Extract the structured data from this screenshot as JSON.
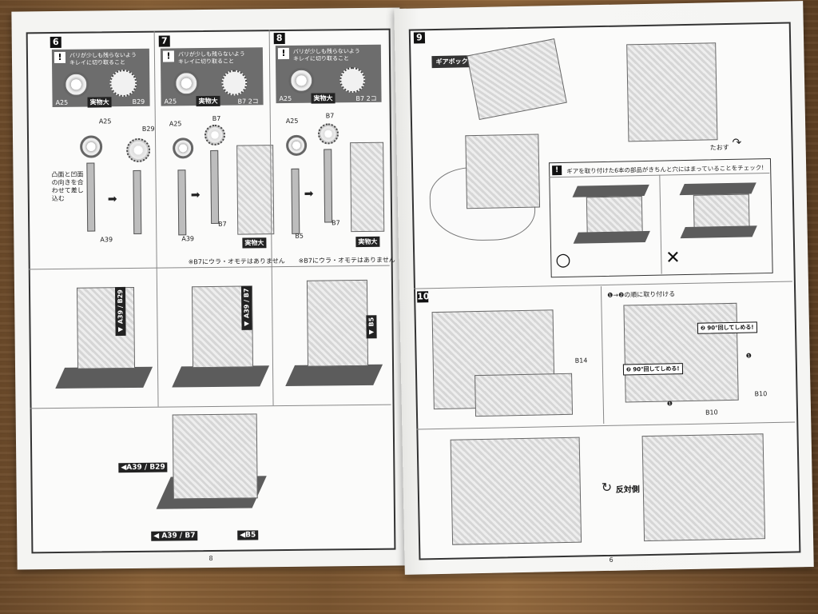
{
  "left_page": {
    "page_number": "8",
    "step6": {
      "number": "6",
      "tip": "バリが少しも残らないようキレイに切り取ること",
      "part_a": "A25",
      "part_b": "B29",
      "actual_size": "実物大",
      "assembly_a": "A25",
      "assembly_b": "B29",
      "shaft_label": "A39",
      "instruction": "凸面と凹面の向きを合わせて差し込む"
    },
    "step7": {
      "number": "7",
      "tip": "バリが少しも残らないようキレイに切り取ること",
      "part_a": "A25",
      "part_b": "B7 2コ",
      "actual_size": "実物大",
      "assembly_a": "A25",
      "gear_top": "B7",
      "gear_bottom": "B7",
      "shaft_label": "A39",
      "note": "※B7にウラ・オモテはありません"
    },
    "step8": {
      "number": "8",
      "tip": "バリが少しも残らないようキレイに切り取ること",
      "part_a": "A25",
      "part_b": "B7 2コ",
      "actual_size": "実物大",
      "assembly_a": "A25",
      "gear_top": "B7",
      "gear_bottom": "B7",
      "shaft_label": "B5",
      "note": "※B7にウラ・オモテはありません"
    },
    "row2": {
      "tag6": "◀ A39 / B29",
      "tag7": "◀ A39 / B7",
      "tag8": "◀ B5"
    },
    "summary": {
      "tag1": "◀A39 / B29",
      "tag2": "◀ A39 / B7",
      "tag3": "◀B5"
    }
  },
  "right_page": {
    "page_number": "6",
    "step9": {
      "number": "9",
      "gearbox_label": "ギアボックス",
      "flip_label": "たおす",
      "check_tip": "ギアを取り付けた6本の部品がきちんと穴にはまっていることをチェック!",
      "ok_mark": "○",
      "ng_mark": "✕"
    },
    "step10": {
      "number": "10",
      "part_b14": "B14",
      "order_note": "❶→❷の順に取り付ける",
      "turn1": "❷ 90°回してしめる!",
      "turn2": "❷ 90°回してしめる!",
      "marker1": "❶",
      "marker2": "❶",
      "part_b10_a": "B10",
      "part_b10_b": "B10",
      "opposite_side": "反対側"
    }
  }
}
